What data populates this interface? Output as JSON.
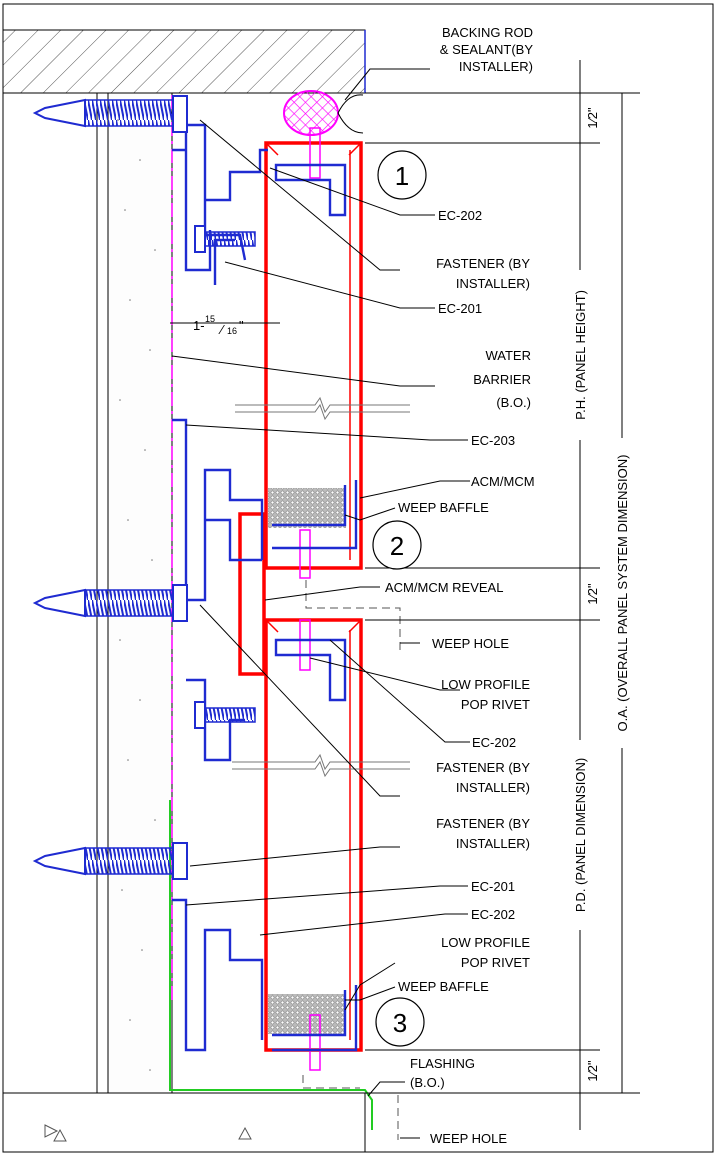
{
  "labels": {
    "backing_rod": [
      "BACKING ROD",
      "& SEALANT(BY",
      "INSTALLER)"
    ],
    "ec202_a": "EC-202",
    "fastener_a": [
      "FASTENER (BY",
      "INSTALLER)"
    ],
    "ec201_a": "EC-201",
    "gap_dim_whole": "1-",
    "gap_dim_num": "15",
    "gap_dim_den": "16",
    "gap_dim_unit": "\"",
    "water_barrier": [
      "WATER",
      "BARRIER",
      "(B.O.)"
    ],
    "ec203": "EC-203",
    "acm_mcm": "ACM/MCM",
    "weep_baffle_a": "WEEP BAFFLE",
    "acm_mcm_reveal": "ACM/MCM REVEAL",
    "weep_hole_a": "WEEP HOLE",
    "pop_rivet_a": [
      "LOW PROFILE",
      "POP RIVET"
    ],
    "ec202_b": "EC-202",
    "fastener_b": [
      "FASTENER (BY",
      "INSTALLER)"
    ],
    "fastener_c": [
      "FASTENER (BY",
      "INSTALLER)"
    ],
    "ec201_b": "EC-201",
    "ec202_c": "EC-202",
    "pop_rivet_b": [
      "LOW PROFILE",
      "POP RIVET"
    ],
    "weep_baffle_b": "WEEP BAFFLE",
    "flashing": [
      "FLASHING",
      "(B.O.)"
    ],
    "weep_hole_b": "WEEP HOLE"
  },
  "callouts": [
    "1",
    "2",
    "3"
  ],
  "dimensions": {
    "half_inch_num": "1",
    "half_inch_den": "2",
    "half_inch_unit": "\"",
    "panel_height": "P.H. (PANEL HEIGHT)",
    "panel_dimension": "P.D. (PANEL DIMENSION)",
    "overall": "O.A. (OVERALL PANEL SYSTEM DIMENSION)"
  },
  "colors": {
    "extrusion": "#1f2bd1",
    "panel": "#ff0000",
    "sealant": "#ff00ff",
    "flashing": "#22cc22"
  }
}
